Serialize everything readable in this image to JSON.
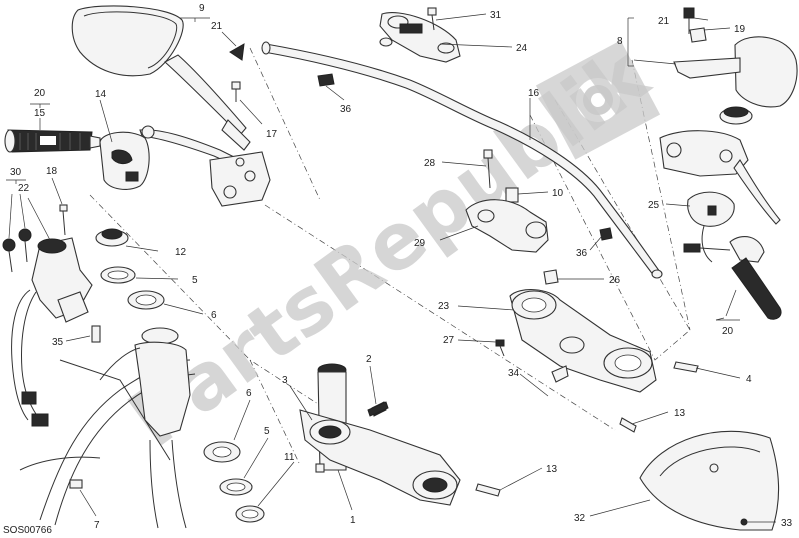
{
  "diagram": {
    "code": "SOS00766",
    "watermark": "PartsRepublik",
    "labels": [
      {
        "id": "l9",
        "text": "9"
      },
      {
        "id": "l21a",
        "text": "21"
      },
      {
        "id": "l17",
        "text": "17"
      },
      {
        "id": "l20a",
        "text": "20"
      },
      {
        "id": "l15",
        "text": "15"
      },
      {
        "id": "l14",
        "text": "14"
      },
      {
        "id": "l30",
        "text": "30"
      },
      {
        "id": "l22",
        "text": "22"
      },
      {
        "id": "l18",
        "text": "18"
      },
      {
        "id": "l12",
        "text": "12"
      },
      {
        "id": "l5a",
        "text": "5"
      },
      {
        "id": "l6a",
        "text": "6"
      },
      {
        "id": "l35",
        "text": "35"
      },
      {
        "id": "l3",
        "text": "3"
      },
      {
        "id": "l2",
        "text": "2"
      },
      {
        "id": "l6b",
        "text": "6"
      },
      {
        "id": "l5b",
        "text": "5"
      },
      {
        "id": "l11",
        "text": "11"
      },
      {
        "id": "l1",
        "text": "1"
      },
      {
        "id": "l7",
        "text": "7"
      },
      {
        "id": "l31",
        "text": "31"
      },
      {
        "id": "l24",
        "text": "24"
      },
      {
        "id": "l36a",
        "text": "36"
      },
      {
        "id": "l16",
        "text": "16"
      },
      {
        "id": "l28",
        "text": "28"
      },
      {
        "id": "l10",
        "text": "10"
      },
      {
        "id": "l29",
        "text": "29"
      },
      {
        "id": "l36b",
        "text": "36"
      },
      {
        "id": "l26",
        "text": "26"
      },
      {
        "id": "l23",
        "text": "23"
      },
      {
        "id": "l27",
        "text": "27"
      },
      {
        "id": "l34",
        "text": "34"
      },
      {
        "id": "l4",
        "text": "4"
      },
      {
        "id": "l13a",
        "text": "13"
      },
      {
        "id": "l13b",
        "text": "13"
      },
      {
        "id": "l21b",
        "text": "21"
      },
      {
        "id": "l19",
        "text": "19"
      },
      {
        "id": "l8",
        "text": "8"
      },
      {
        "id": "l25",
        "text": "25"
      },
      {
        "id": "l20b",
        "text": "20"
      },
      {
        "id": "l32",
        "text": "32"
      },
      {
        "id": "l33",
        "text": "33"
      }
    ]
  }
}
